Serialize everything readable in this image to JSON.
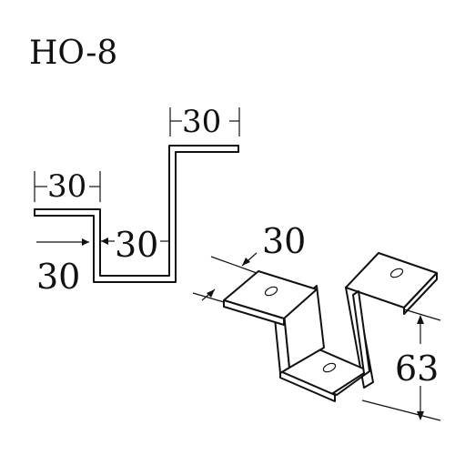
{
  "diagram": {
    "title": "HO-8",
    "profile_view": {
      "dim_top_flange": "30",
      "dim_left_flange": "30",
      "dim_inner_depth": "30",
      "dim_outer_depth": "30"
    },
    "iso_view": {
      "dim_width": "30",
      "dim_height": "63"
    }
  }
}
